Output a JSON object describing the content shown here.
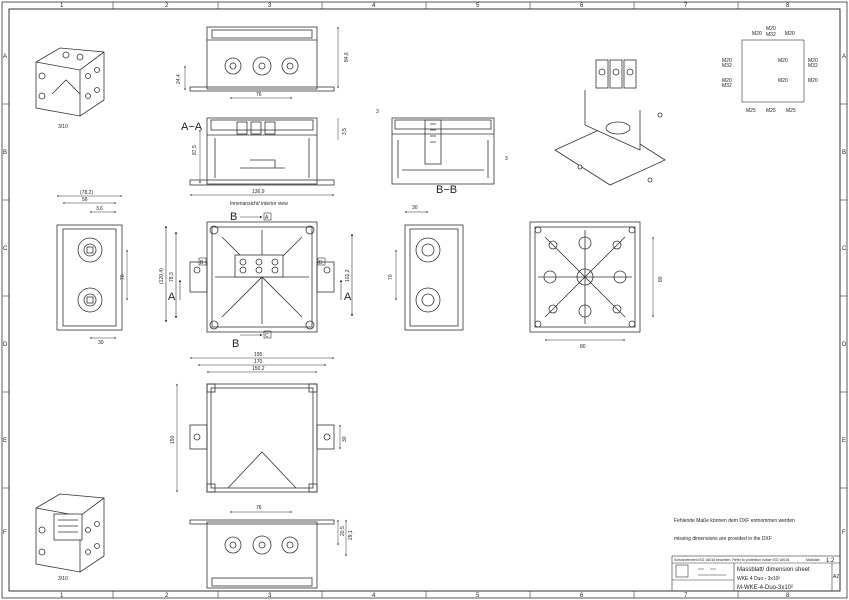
{
  "sheet": {
    "columns": [
      "1",
      "2",
      "3",
      "4",
      "5",
      "6",
      "7",
      "8"
    ],
    "rows": [
      "A",
      "B",
      "C",
      "D",
      "E",
      "F"
    ]
  },
  "views": {
    "iso_top_label": "3/10",
    "iso_bottom_label": "3/10",
    "front_top": {
      "dim_height": "84,6",
      "dim_left": "24,4",
      "dim_width": "76"
    },
    "section_aa": {
      "label": "A−A",
      "dim_height": "87,5",
      "dim_right": "3,5",
      "dim_width": "136,9"
    },
    "section_bb": {
      "label": "B−B",
      "dim_top": "3",
      "dim_right": "3"
    },
    "side_left": {
      "dim_w1": "(78,2)",
      "dim_w2": "56",
      "dim_w3": "3,6",
      "dim_h": "70",
      "dim_bottom": "30"
    },
    "interior": {
      "caption": "Innenansicht/ interior view",
      "mark_b_top": "B",
      "mark_a_left": "A",
      "mark_a_right": "A",
      "mark_b_bottom": "B",
      "tag_a_top": "A",
      "tag_b_left": "B",
      "tag_d_right": "D",
      "tag_c_bottom": "C",
      "dim_left": "(120,4)",
      "dim_left2": "78,3",
      "dim_right": "101,2"
    },
    "side_right": {
      "dim_top": "30",
      "dim_h": "70"
    },
    "bottom_view": {
      "dim_h": "80",
      "dim_w": "80"
    },
    "top_view": {
      "dim_1": "195",
      "dim_2": "170",
      "dim_3": "150,2",
      "dim_h": "150",
      "dim_right": "30"
    },
    "front_bottom": {
      "dim_width": "76",
      "dim_r1": "20,5",
      "dim_r2": "29,1"
    }
  },
  "gland_table": {
    "top": [
      "M20",
      "M32",
      "M20"
    ],
    "top_mid": "M20",
    "left_upper": [
      "M20",
      "M32"
    ],
    "left_lower": [
      "M20",
      "M32"
    ],
    "center_upper": "M20",
    "center_lower": "M20",
    "right_upper": [
      "M20",
      "M32"
    ],
    "right_lower": "M20",
    "bottom": [
      "M25",
      "M25",
      "M25"
    ]
  },
  "notes": {
    "de": "Fehlende Maße können dem DXF entnommen werden",
    "en": "missing dimensions are provided in the DXF"
  },
  "title_block": {
    "protection": "Schutzvermerk ISO 16016 beachten. Refer to protection notice ISO 16016.",
    "scale_label": "Maßstab",
    "scale": "1:2",
    "title": "Massblatt/ dimension sheet",
    "product": "WKE 4 Duo - 3x10²",
    "drawing_no": "M-WKE-4-Duo-3x10²",
    "revision": "A2"
  }
}
